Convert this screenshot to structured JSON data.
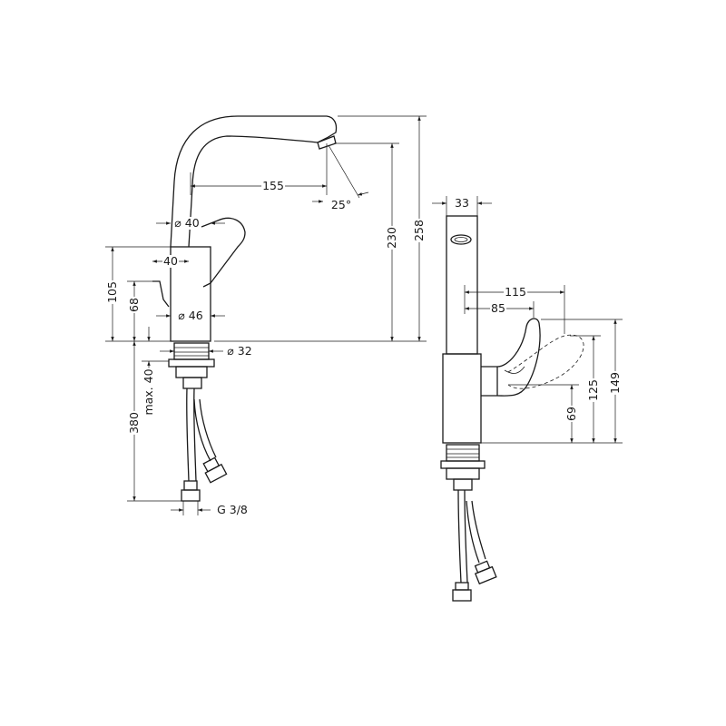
{
  "colors": {
    "line": "#1a1a1a",
    "background": "#ffffff"
  },
  "side_view": {
    "spout_reach": "155",
    "spout_angle": "25°",
    "body_diameter": "⌀ 40",
    "handle_offset": "40",
    "base_diameter": "⌀ 46",
    "shank_diameter": "⌀ 32",
    "height_total": "258",
    "height_spout_outlet": "230",
    "height_body": "105",
    "height_handle": "68",
    "max_deck": "max. 40",
    "hose_length": "380",
    "hose_thread": "G 3/8"
  },
  "front_view": {
    "spout_width": "33",
    "lever_reach_max": "115",
    "lever_reach": "85",
    "lever_height_max": "149",
    "lever_height_open": "125",
    "lever_height": "69"
  }
}
